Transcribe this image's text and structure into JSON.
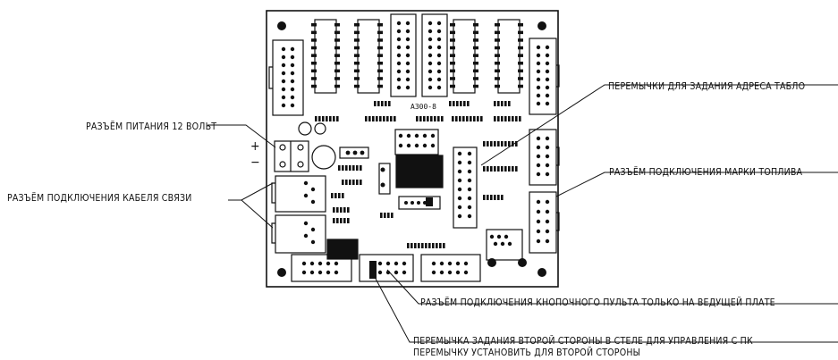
{
  "board": {
    "label": "A300-8"
  },
  "annotations": {
    "power": "РАЗЪЁМ ПИТАНИЯ 12 ВОЛЬТ",
    "plus": "+",
    "minus": "−",
    "cable": "РАЗЪЁМ ПОДКЛЮЧЕНИЯ КАБЕЛЯ СВЯЗИ",
    "jumpers_addr": "ПЕРЕМЫЧКИ ДЛЯ ЗАДАНИЯ АДРЕСА ТАБЛО",
    "fuel": "РАЗЪЁМ ПОДКЛЮЧЕНИЯ МАРКИ ТОПЛИВА",
    "button_panel": "РАЗЪЁМ ПОДКЛЮЧЕНИЯ КНОПОЧНОГО ПУЛЬТА ТОЛЬКО НА ВЕДУЩЕЙ ПЛАТЕ",
    "jumper_side_1": "ПЕРЕМЫЧКА ЗАДАНИЯ ВТОРОЙ СТОРОНЫ В СТЕЛЕ ДЛЯ УПРАВЛЕНИЯ С ПК",
    "jumper_side_2": "ПЕРЕМЫЧКУ УСТАНОВИТЬ ДЛЯ ВТОРОЙ СТОРОНЫ"
  }
}
